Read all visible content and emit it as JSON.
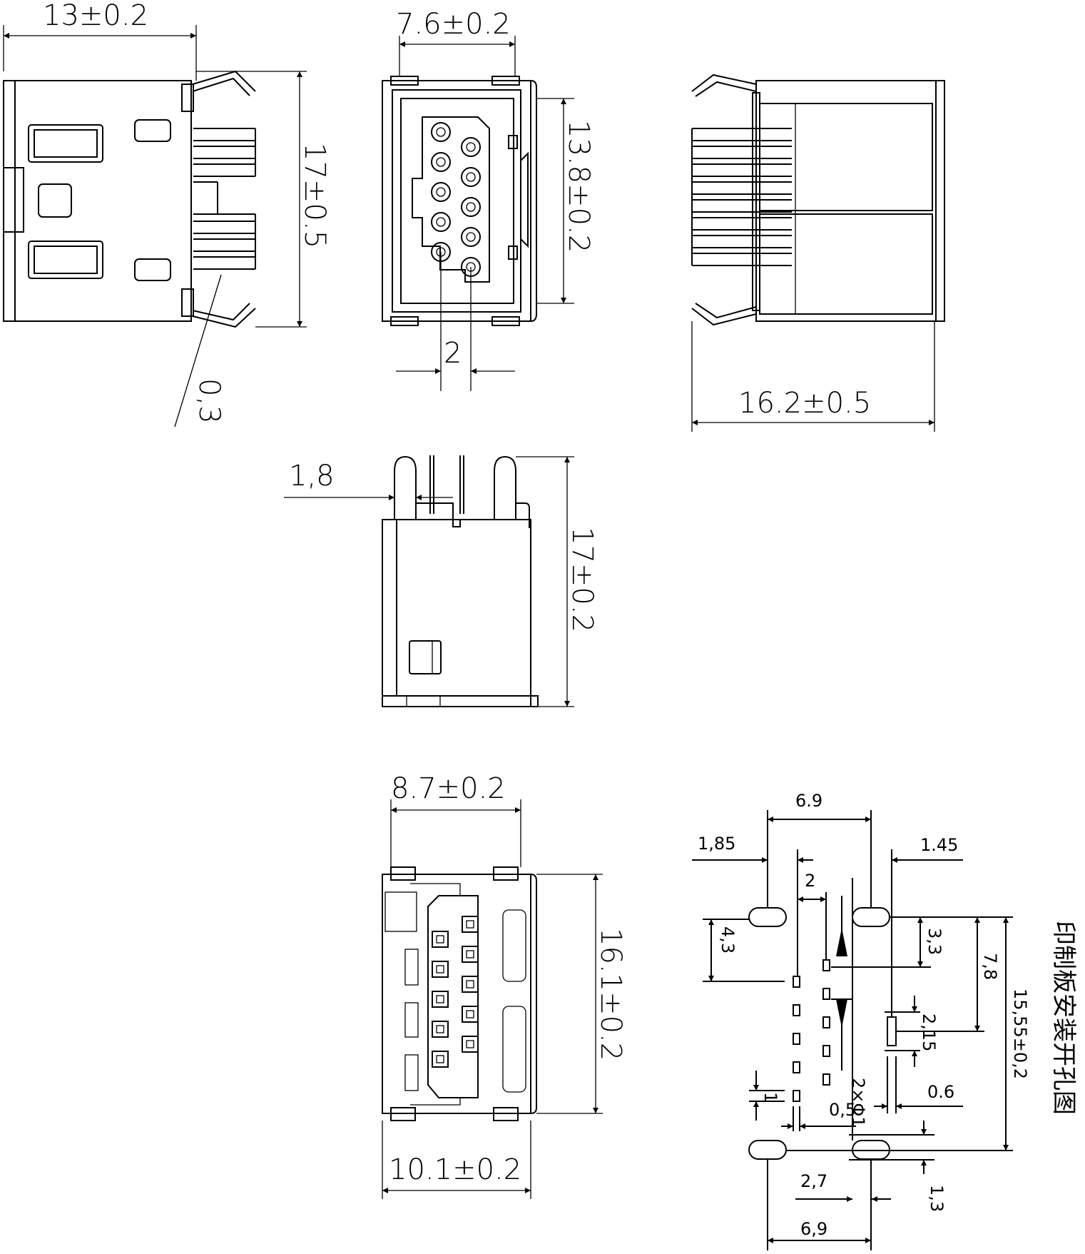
{
  "title_vertical": "印制板安装开孔图",
  "dimensions": {
    "top_left_width": "13±0.2",
    "top_left_height": "17±0.5",
    "top_left_pin": "0,3",
    "top_mid_width": "7.6±0.2",
    "top_mid_height": "13.8±0.2",
    "top_mid_pitch": "2",
    "top_right_depth": "16.2±0.5",
    "side_offset": "1,8",
    "side_height": "17±0.2",
    "bottom_width": "8.7±0.2",
    "bottom_height": "16.1±0.2",
    "bottom_base": "10.1±0.2"
  },
  "pcb_layout": {
    "outer_span_top": "6.9",
    "left_offset": "1,85",
    "right_offset": "1.45",
    "pin_offset": "2",
    "hole_row_v": "4,3",
    "d_33": "3,3",
    "d_78": "7,8",
    "overall": "15,55±0,2",
    "d_215": "2,15",
    "d_06": "0.6",
    "d_1": "1",
    "d_05": "0,5",
    "holes": "2×Φ1",
    "d_27": "2,7",
    "d_13": "1,3",
    "outer_span_bottom": "6,9"
  }
}
